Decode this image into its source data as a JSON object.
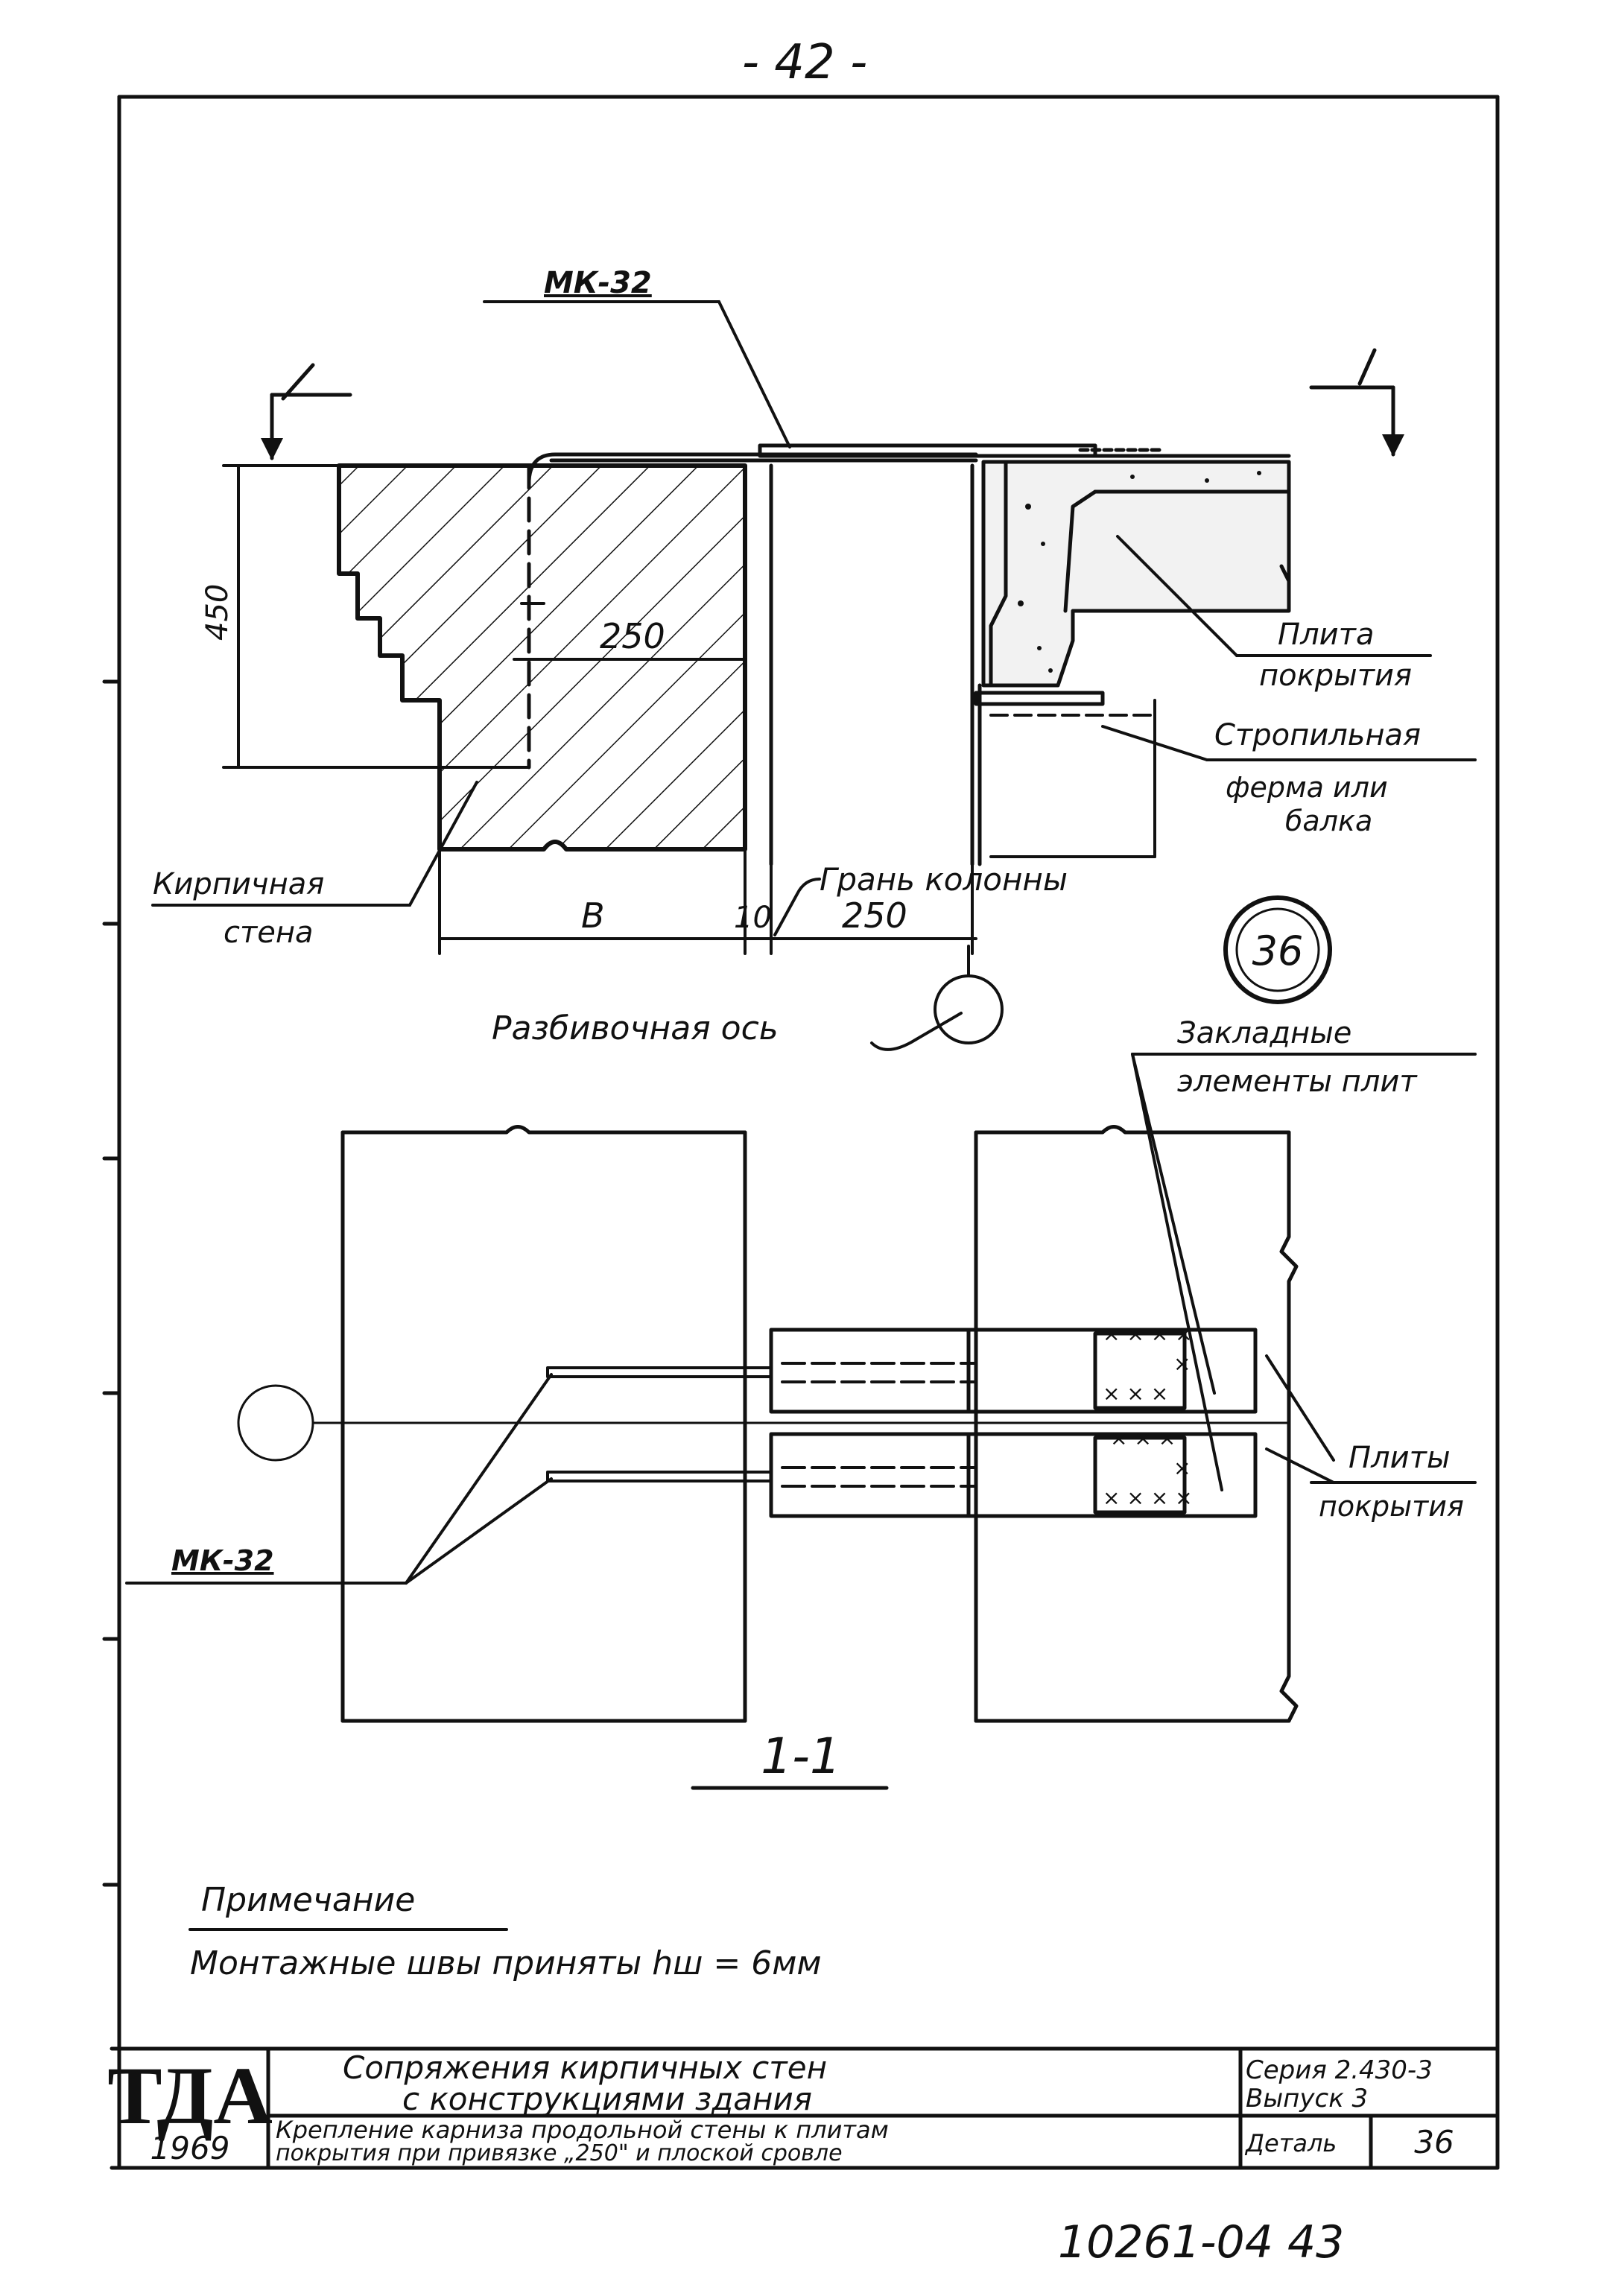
{
  "page_number": "- 42 -",
  "section_cut": "1",
  "section_title": "1-1",
  "labels": {
    "mk_top": "МК-32",
    "mk_bottom": "МК-32",
    "dim_450": "450",
    "dim_250_mid": "250",
    "dim_b": "В",
    "dim_10": "10",
    "dim_250_right": "250",
    "plate_cover": [
      "Плита",
      "покрытия"
    ],
    "truss": [
      "Стропильная",
      "ферма или",
      "балка"
    ],
    "brick_wall": [
      "Кирпичная",
      "стена"
    ],
    "column_face": "Грань колонны",
    "axis": "Разбивочная ось",
    "embedded": [
      "Закладные",
      "элементы плит"
    ],
    "plates_cover": [
      "Плиты",
      "покрытия"
    ]
  },
  "detail_circle": "36",
  "note": {
    "title": "Примечание",
    "text": "Монтажные швы приняты hш = 6мм"
  },
  "title_block": {
    "logo": "ТДА",
    "year": "1969",
    "title_line1": "Сопряжения кирпичных стен",
    "title_line2": "с конструкциями здания",
    "subtitle_line1": "Крепление карниза продольной стены к плитам",
    "subtitle_line2": "покрытия при привязке „250\" и плоской сровле",
    "series_line1": "Серия 2.430-3",
    "series_line2": "Выпуск 3",
    "detail_label": "Деталь",
    "detail_number": "36"
  },
  "doc_number": "10261-04 43"
}
